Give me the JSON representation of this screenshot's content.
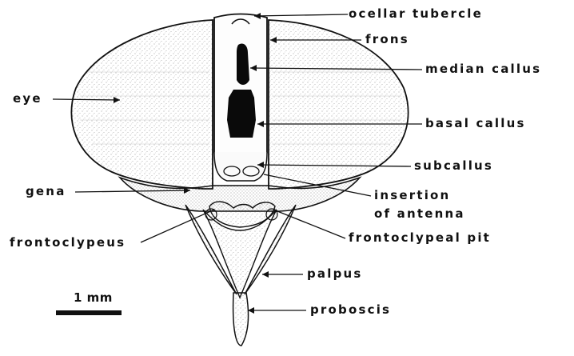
{
  "labels": {
    "ocellar_tubercle": "ocellar tubercle",
    "frons": "frons",
    "median_callus": "median callus",
    "basal_callus": "basal callus",
    "subcallus": "subcallus",
    "insertion_line1": "insertion",
    "insertion_line2": "of antenna",
    "frontoclypeal_pit": "frontoclypeal pit",
    "palpus": "palpus",
    "proboscis": "proboscis",
    "eye": "eye",
    "gena": "gena",
    "frontoclypeus": "frontoclypeus"
  },
  "scale_bar": {
    "label": "1 mm"
  },
  "colors": {
    "ink": "#111111",
    "callus": "#0a0a0a",
    "stipple": "#9a9a9a"
  }
}
